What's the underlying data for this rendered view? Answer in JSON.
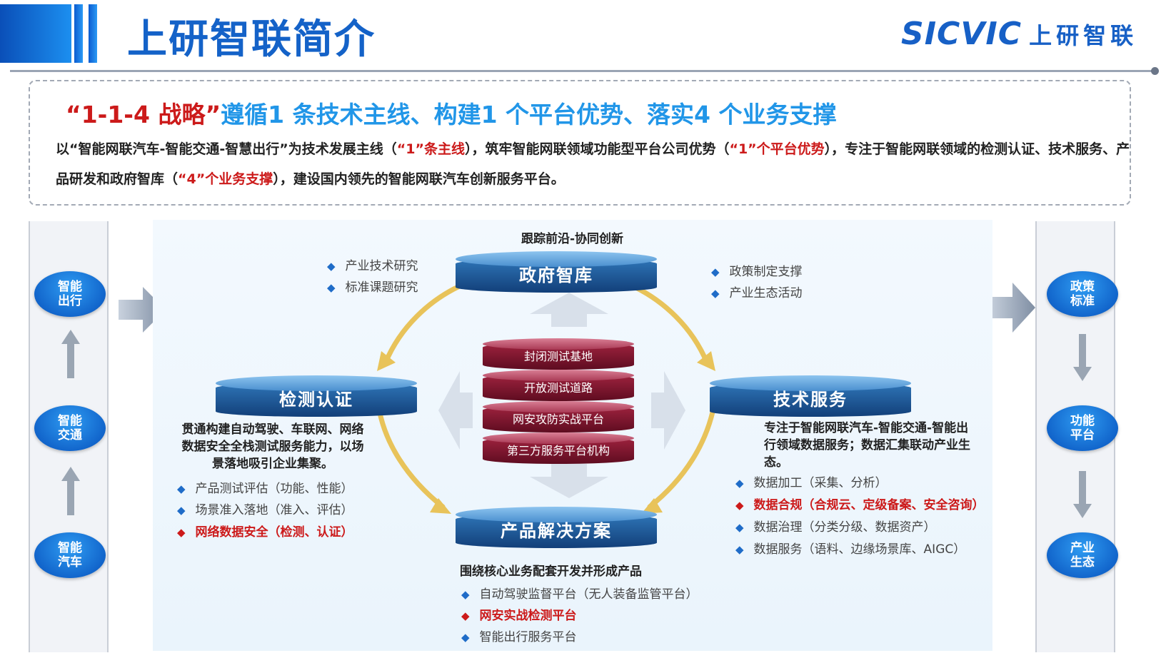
{
  "header": {
    "title": "上研智联简介",
    "logo_text": "SICVIC",
    "logo_cn": "上研智联"
  },
  "strategy": {
    "headline_red": "“1-1-4 战略”",
    "headline_blue": "遵循1 条技术主线、构建1 个平台优势、落实4 个业务支撑",
    "body_1": "以“智能网联汽车-智能交通-智慧出行”为技术发展主线（",
    "body_2": "“1”条主线",
    "body_3": "），筑牢智能网联领域功能型平台公司优势（",
    "body_4": "“1”个平台优势",
    "body_5": "），专注于智能网联领域的检测认证、技术服务、产品研发和政府智库（",
    "body_6": "“4”个业务支撑",
    "body_7": "），建设国内领先的智能网联汽车创新服务平台。"
  },
  "left_column": {
    "items": [
      "智能出行",
      "智能交通",
      "智能汽车"
    ]
  },
  "right_column": {
    "items": [
      "政策标准",
      "功能平台",
      "产业生态"
    ]
  },
  "diagram": {
    "top_caption": "跟踪前沿-协同创新",
    "gov": {
      "title": "政府智库",
      "left_bullets": [
        "产业技术研究",
        "标准课题研究"
      ],
      "right_bullets": [
        "政策制定支撑",
        "产业生态活动"
      ]
    },
    "center_stack": [
      "封闭测试基地",
      "开放测试道路",
      "网安攻防实战平台",
      "第三方服务平台机构"
    ],
    "testing": {
      "title": "检测认证",
      "desc": "贯通构建自动驾驶、车联网、网络数据安全全栈测试服务能力，以场景落地吸引企业集聚。",
      "bullets": [
        {
          "text": "产品测试评估（功能、性能）",
          "highlight": false
        },
        {
          "text": "场景准入落地（准入、评估）",
          "highlight": false
        },
        {
          "text": "网络数据安全（检测、认证）",
          "highlight": true
        }
      ]
    },
    "tech": {
      "title": "技术服务",
      "desc": "专注于智能网联汽车-智能交通-智能出行领域数据服务；数据汇集联动产业生态。",
      "bullets": [
        {
          "text": "数据加工（采集、分析）",
          "highlight": false
        },
        {
          "text": "数据合规（合规云、定级备案、安全咨询）",
          "highlight": true
        },
        {
          "text": "数据治理（分类分级、数据资产）",
          "highlight": false
        },
        {
          "text": "数据服务（语料、边缘场景库、AIGC）",
          "highlight": false
        }
      ]
    },
    "product": {
      "title": "产品解决方案",
      "desc": "围绕核心业务配套开发并形成产品",
      "bullets": [
        {
          "text": "自动驾驶监督平台（无人装备监管平台）",
          "highlight": false
        },
        {
          "text": "网安实战检测平台",
          "highlight": true
        },
        {
          "text": "智能出行服务平台",
          "highlight": false
        }
      ]
    }
  },
  "colors": {
    "brand_blue": "#1462c8",
    "accent_red": "#cc1a1a",
    "accent_light_blue": "#2196e8",
    "cycle_arrow": "#e8c35a"
  }
}
